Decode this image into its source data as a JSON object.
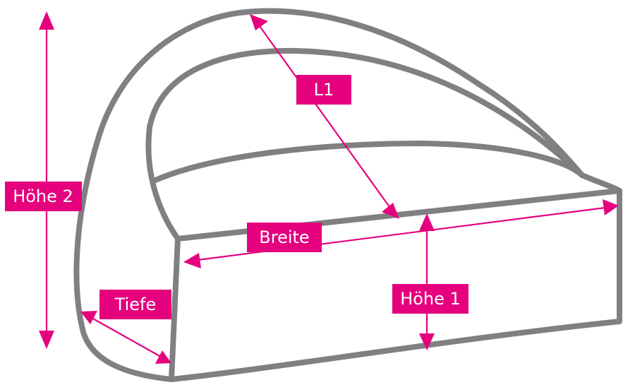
{
  "labels": {
    "l1": "L1",
    "hoehe2": "Höhe 2",
    "breite": "Breite",
    "tiefe": "Tiefe",
    "hoehe1": "Höhe 1"
  },
  "colors": {
    "accent": "#e5007e",
    "outline": "#808083",
    "label_text": "#ffffff"
  }
}
